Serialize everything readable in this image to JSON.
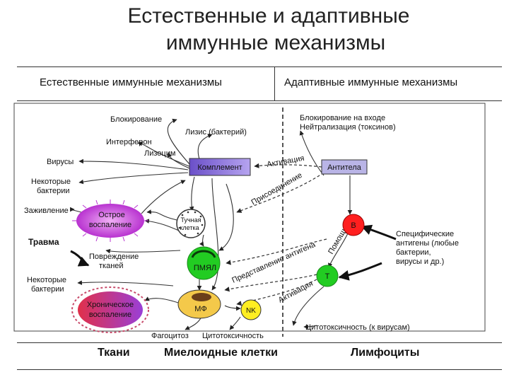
{
  "title_line1": "Естественные и  адаптивные",
  "title_line2": "иммунные механизмы",
  "col_left": "Естественные иммунные механизмы",
  "col_right": "Адаптивные иммунные механизмы",
  "labels": {
    "blokirovanie": "Блокирование",
    "lizis": "Лизис (бактерий)",
    "interferon": "Интерферон",
    "lizotsim": "Лизоцим",
    "virusy": "Вирусы",
    "nekot_bakt1a": "Некоторые",
    "nekot_bakt1b": "бактерии",
    "zazhivlenie": "Заживление",
    "trauma": "Травма",
    "povrezhdenie_a": "Повреждение",
    "povrezhdenie_b": "тканей",
    "nekot_bakt2a": "Некоторые",
    "nekot_bakt2b": "бактерии",
    "fagotsitoz": "Фагоцитоз",
    "tsitotoks": "Цитотоксичность",
    "blok_vhod": "Блокирование на входе",
    "neitral": "Нейтрализация (токсинов)",
    "aktivatsiya1": "Активация",
    "prisoedinenie": "Присоединение",
    "spec_a": "Специфические",
    "spec_b": "антигены (любые",
    "spec_c": "бактерии,",
    "spec_d": "вирусы и др.)",
    "predstavlenie": "Представление антигена",
    "pomosh": "Помощь",
    "aktivatsiya2": "Активация",
    "tsitotoks_virus": "Цитотоксичность (к вирусам)"
  },
  "nodes": {
    "komplement": "Комплемент",
    "antitela": "Антитела",
    "ostroe_a": "Острое",
    "ostroe_b": "воспаление",
    "tuchnaya_a": "Тучная",
    "tuchnaya_b": "клетка",
    "pmyal": "ПМЯЛ",
    "b_cell": "B",
    "t_cell": "T",
    "hron_a": "Хроническое",
    "hron_b": "воспаление",
    "mf": "МФ",
    "nk": "NK"
  },
  "footer": {
    "tkani": "Ткани",
    "mieloid": "Миелоидные клетки",
    "limfotsity": "Лимфоциты"
  },
  "colors": {
    "komplement": "#8a6fd0",
    "antitela": "#b9b4e6",
    "ostroe": "#c84fd6",
    "b_cell": "#ff1f1f",
    "t_cell": "#22cc22",
    "pmyal": "#22cc22",
    "mf": "#f4c94a",
    "nk": "#ffee22",
    "hron": "#c0357a"
  }
}
